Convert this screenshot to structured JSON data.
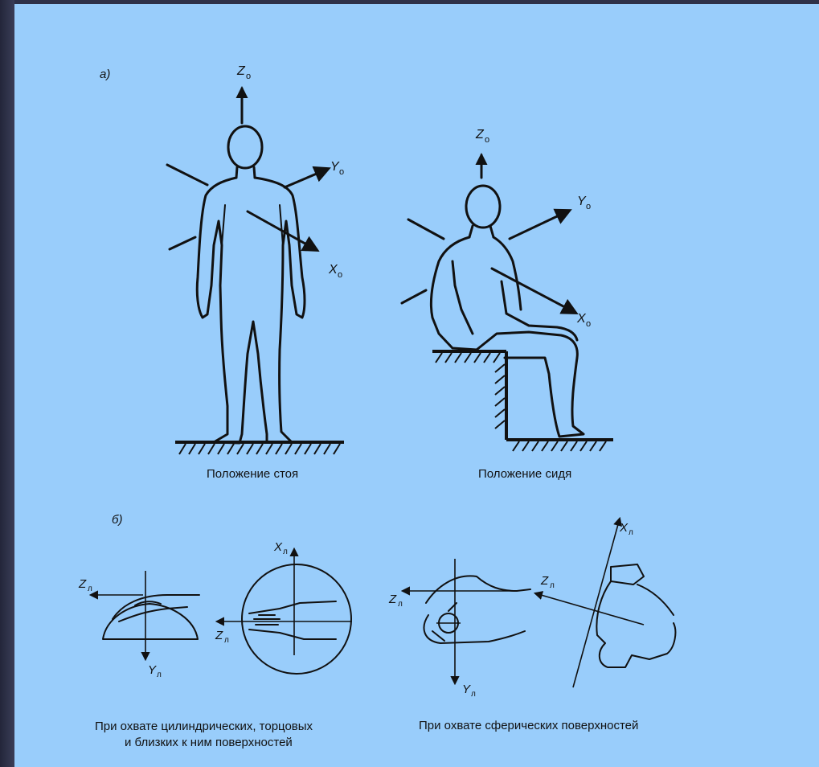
{
  "panel_a": {
    "label": "а)",
    "standing": {
      "caption": "Положение стоя",
      "axes": {
        "z": "Z",
        "y": "Y",
        "x": "X",
        "sub": "о"
      }
    },
    "sitting": {
      "caption": "Положение сидя",
      "axes": {
        "z": "Z",
        "y": "Y",
        "x": "X",
        "sub": "о"
      }
    }
  },
  "panel_b": {
    "label": "б)",
    "cylindrical": {
      "caption_line1": "При охвате цилиндрических, торцовых",
      "caption_line2": "и близких к ним поверхностей",
      "axes": {
        "z": "Z",
        "y": "Y",
        "x": "X",
        "sub": "л"
      }
    },
    "spherical": {
      "caption": "При охвате сферических поверхностей",
      "axes": {
        "z": "Z",
        "y": "Y",
        "x": "X",
        "sub": "л"
      }
    }
  }
}
